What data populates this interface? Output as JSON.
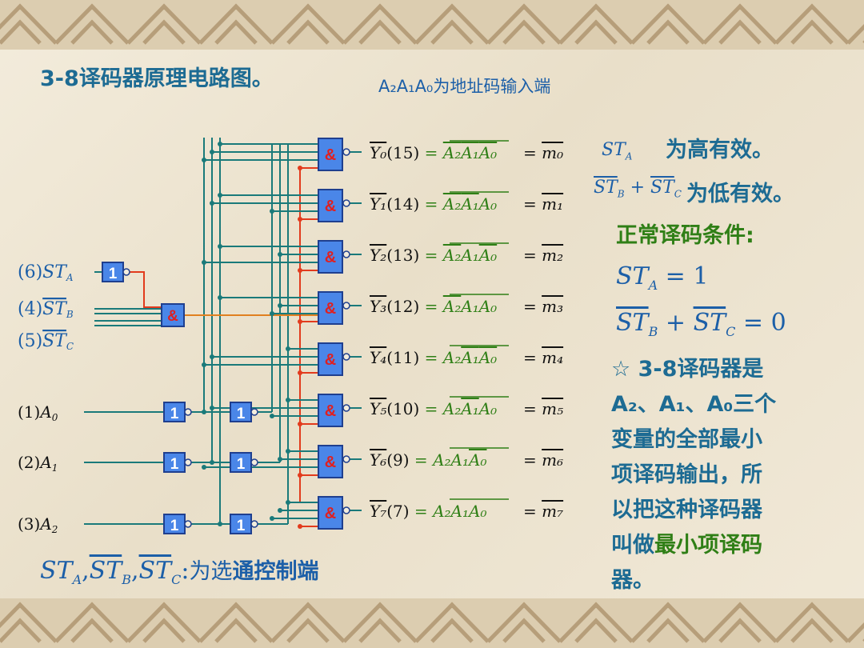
{
  "title": "3-8译码器原理电路图。",
  "subtitle": "A₂A₁A₀为地址码输入端",
  "inputs": [
    {
      "num": "(6)",
      "name": "ST",
      "sub": "A",
      "bar": false
    },
    {
      "num": "(4)",
      "name": "ST",
      "sub": "B",
      "bar": true
    },
    {
      "num": "(5)",
      "name": "ST",
      "sub": "C",
      "bar": true
    },
    {
      "num": "(1)",
      "name": "A",
      "sub": "0",
      "bar": false
    },
    {
      "num": "(2)",
      "name": "A",
      "sub": "1",
      "bar": false
    },
    {
      "num": "(3)",
      "name": "A",
      "sub": "2",
      "bar": false
    }
  ],
  "gate_symbols": {
    "and": "&",
    "not": "1"
  },
  "outputs": [
    {
      "y": "Y₀",
      "pin": "(15)",
      "m": "m₀",
      "inv": [
        true,
        true,
        true
      ]
    },
    {
      "y": "Y₁",
      "pin": "(14)",
      "m": "m₁",
      "inv": [
        true,
        true,
        false
      ]
    },
    {
      "y": "Y₂",
      "pin": "(13)",
      "m": "m₂",
      "inv": [
        true,
        false,
        true
      ]
    },
    {
      "y": "Y₃",
      "pin": "(12)",
      "m": "m₃",
      "inv": [
        true,
        false,
        false
      ]
    },
    {
      "y": "Y₄",
      "pin": "(11)",
      "m": "m₄",
      "inv": [
        false,
        true,
        true
      ]
    },
    {
      "y": "Y₅",
      "pin": "(10)",
      "m": "m₅",
      "inv": [
        false,
        true,
        false
      ]
    },
    {
      "y": "Y₆",
      "pin": "(9)",
      "m": "m₆",
      "inv": [
        false,
        false,
        true
      ]
    },
    {
      "y": "Y₇",
      "pin": "(7)",
      "m": "m₇",
      "inv": [
        false,
        false,
        false
      ]
    }
  ],
  "right": {
    "sta_label": "ST",
    "sta_sub": "A",
    "high_text": "为高有效。",
    "stb_label": "ST",
    "stb_sub": "B",
    "plus": "+",
    "stc_label": "ST",
    "stc_sub": "C",
    "low_text": "为低有效。",
    "cond_title": "正常译码条件:",
    "eq1_rhs": "= 1",
    "eq2_rhs": "= 0"
  },
  "notes": {
    "line1": "☆ 3-8译码器是",
    "line2": "A₂、A₁、A₀三个",
    "line3": "变量的全部最小",
    "line4": "项译码输出，所",
    "line5": "以把这种译码器",
    "line6a": "叫做",
    "line6b": "最小项译码",
    "line7": "器。"
  },
  "bottom": {
    "st": "ST",
    "sub_a": "A",
    "sub_b": "B",
    "sub_c": "C",
    "comma": ",",
    "colon": ":",
    "text1": "为选",
    "text2": "通控制端"
  },
  "colors": {
    "wire": "#1a7a7a",
    "enable": "#e23b1d",
    "gate_fill": "#4a86e8",
    "gate_border": "#1f3f8f",
    "and_text": "#e02020",
    "text_blue": "#1c5fa8",
    "text_green": "#2f7f16"
  }
}
